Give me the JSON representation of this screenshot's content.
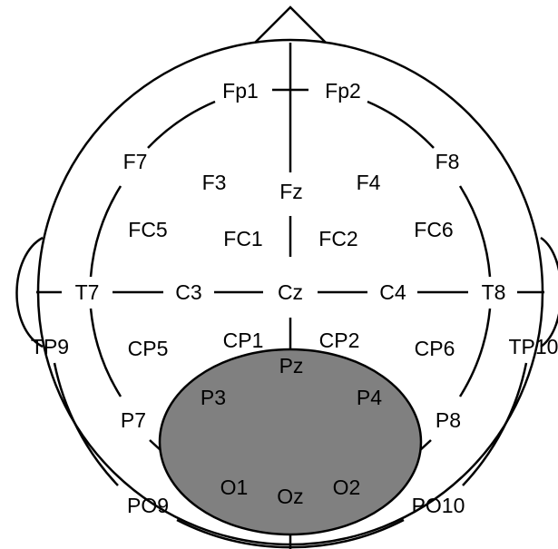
{
  "diagram": {
    "region_fill": "#808080",
    "line_color": "#000000",
    "electrodes": [
      {
        "id": "Fp1",
        "label": "Fp1"
      },
      {
        "id": "Fp2",
        "label": "Fp2"
      },
      {
        "id": "F7",
        "label": "F7"
      },
      {
        "id": "F3",
        "label": "F3"
      },
      {
        "id": "Fz",
        "label": "Fz"
      },
      {
        "id": "F4",
        "label": "F4"
      },
      {
        "id": "F8",
        "label": "F8"
      },
      {
        "id": "FC5",
        "label": "FC5"
      },
      {
        "id": "FC1",
        "label": "FC1"
      },
      {
        "id": "FC2",
        "label": "FC2"
      },
      {
        "id": "FC6",
        "label": "FC6"
      },
      {
        "id": "T7",
        "label": "T7"
      },
      {
        "id": "C3",
        "label": "C3"
      },
      {
        "id": "Cz",
        "label": "Cz"
      },
      {
        "id": "C4",
        "label": "C4"
      },
      {
        "id": "T8",
        "label": "T8"
      },
      {
        "id": "TP9",
        "label": "TP9"
      },
      {
        "id": "CP5",
        "label": "CP5"
      },
      {
        "id": "CP1",
        "label": "CP1"
      },
      {
        "id": "CP2",
        "label": "CP2"
      },
      {
        "id": "CP6",
        "label": "CP6"
      },
      {
        "id": "TP10",
        "label": "TP10"
      },
      {
        "id": "P7",
        "label": "P7"
      },
      {
        "id": "P3",
        "label": "P3"
      },
      {
        "id": "Pz",
        "label": "Pz"
      },
      {
        "id": "P4",
        "label": "P4"
      },
      {
        "id": "P8",
        "label": "P8"
      },
      {
        "id": "O1",
        "label": "O1"
      },
      {
        "id": "Oz",
        "label": "Oz"
      },
      {
        "id": "O2",
        "label": "O2"
      },
      {
        "id": "PO9",
        "label": "PO9"
      },
      {
        "id": "PO10",
        "label": "PO10"
      }
    ]
  }
}
